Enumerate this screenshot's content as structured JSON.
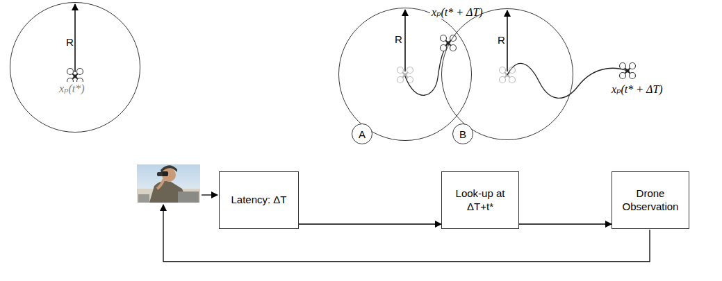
{
  "diagram": {
    "nodes": [
      {
        "text": [
          "R",
          "xₚ(t*)"
        ]
      },
      {
        "text": [
          "R",
          "xₚ(t* + ΔT)"
        ]
      },
      {
        "text": [
          "A"
        ],
        "in": 1
      },
      {
        "text": [
          "R",
          "xₚ(t* + ΔT)"
        ]
      },
      {
        "text": [
          "B"
        ],
        "in": 3
      },
      {
        "text": [
          "Latency: ΔT"
        ]
      },
      {
        "text": [
          "Look-up at ΔT+t*"
        ]
      },
      {
        "text": [
          "Drone Observation"
        ]
      }
    ],
    "edges": [
      {
        "from": 5,
        "to": 6,
        "arrow": "to"
      },
      {
        "from": 6,
        "to": 7,
        "arrow": "to"
      }
    ]
  }
}
